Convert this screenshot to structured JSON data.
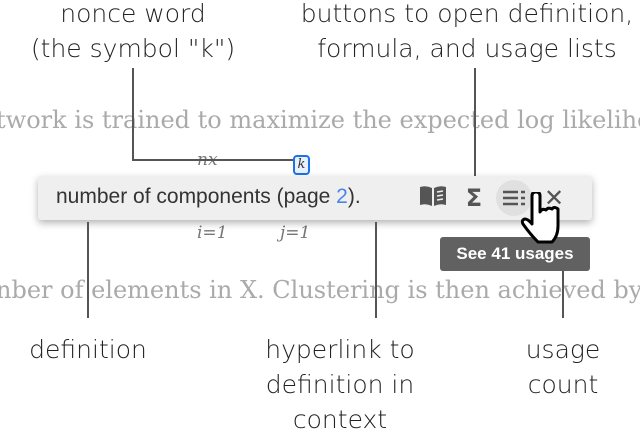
{
  "annotations": {
    "nonce_word": [
      "nonce word",
      "(the symbol \"k\")"
    ],
    "buttons": [
      "buttons to open definition,",
      "formula, and usage lists"
    ],
    "definition": [
      "definition"
    ],
    "hyperlink": [
      "hyperlink to",
      "definition in",
      "context"
    ],
    "usage_count": [
      "usage",
      "count"
    ]
  },
  "paper": {
    "line1": "twork is trained to maximize the expected log likelihood",
    "line2": "nber of elements in X. Clustering is then achieved by picki",
    "math_top": "nx",
    "math_i": "i=1",
    "math_j": "j=1",
    "symbol": "k"
  },
  "popup": {
    "definition_text": "number of components (page ",
    "page_link": "2",
    "definition_end": ").",
    "icons": [
      "book-icon",
      "sigma-icon",
      "list-icon",
      "close-icon"
    ],
    "sigma_glyph": "Σ",
    "close_glyph": "✕"
  },
  "tooltip": "See 41 usages",
  "colors": {
    "link": "#4a86e8",
    "highlight": "#1a73e8",
    "tooltip_bg": "#616161"
  }
}
